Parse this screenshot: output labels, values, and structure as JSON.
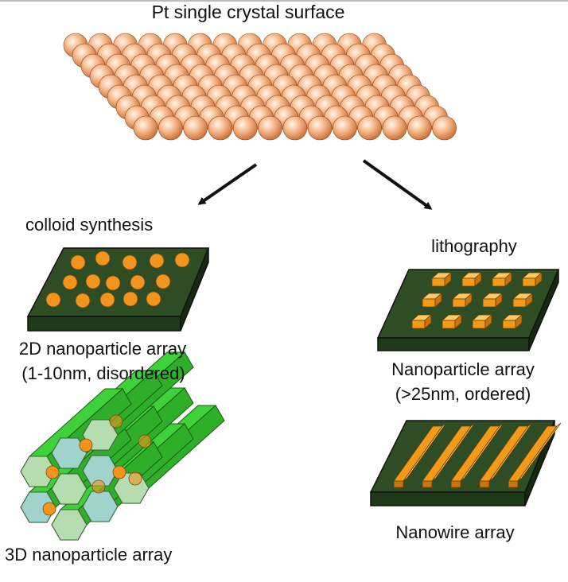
{
  "title": "Pt single crystal surface",
  "branches": {
    "left": {
      "method": "colloid synthesis",
      "array_2d": {
        "line1": "2D nanoparticle array",
        "line2": "(1-10nm, disordered)"
      },
      "array_3d": "3D nanoparticle array"
    },
    "right": {
      "method": "lithography",
      "nanoparticle": {
        "line1": "Nanoparticle array",
        "line2": "(>25nm, ordered)"
      },
      "nanowire": "Nanowire array"
    }
  },
  "colors": {
    "pt_atom": "#f3a878",
    "substrate_top": "#2e4d24",
    "substrate_front": "#1f3a18",
    "particle": "#f2941e",
    "hex_tube": "#3fd13a",
    "hex_face": "#b6ddb0",
    "arrow": "#111111"
  }
}
